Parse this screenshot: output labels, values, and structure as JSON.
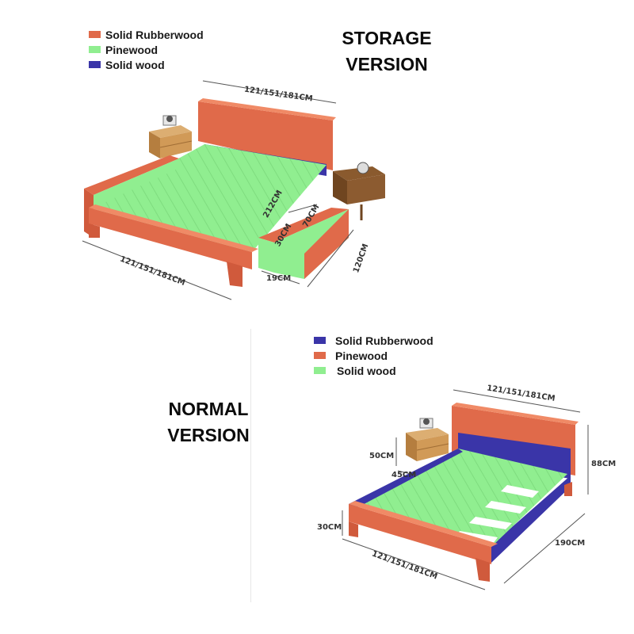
{
  "storage": {
    "title_line1": "STORAGE",
    "title_line2": "VERSION",
    "legend": [
      {
        "label": "Solid Rubberwood",
        "color": "#e06a4a"
      },
      {
        "label": "Pinewood",
        "color": "#90ee90"
      },
      {
        "label": "Solid wood",
        "color": "#3a35a8"
      }
    ],
    "dimensions": {
      "headboard_width": "121/151/181CM",
      "front_width": "121/151/181CM",
      "length": "212CM",
      "drawer_height": "30CM",
      "drawer_width": "70CM",
      "drawer_depth": "19CM",
      "drawer_length": "120CM"
    }
  },
  "normal": {
    "title_line1": "NORMAL",
    "title_line2": "VERSION",
    "legend": [
      {
        "label": "Solid Rubberwood",
        "color": "#3a35a8"
      },
      {
        "label": "Pinewood",
        "color": "#e06a4a"
      },
      {
        "label": "Solid wood",
        "color": "#90ee90"
      }
    ],
    "dimensions": {
      "headboard_width": "121/151/181CM",
      "front_width": "121/151/181CM",
      "nightstand_height": "50CM",
      "nightstand_width": "45CM",
      "bed_height": "30CM",
      "headboard_height": "88CM",
      "length": "190CM"
    }
  },
  "colors": {
    "rubberwood": "#e06a4a",
    "pinewood": "#90ee90",
    "solidwood": "#3a35a8",
    "nightstand": "#c9924e"
  }
}
